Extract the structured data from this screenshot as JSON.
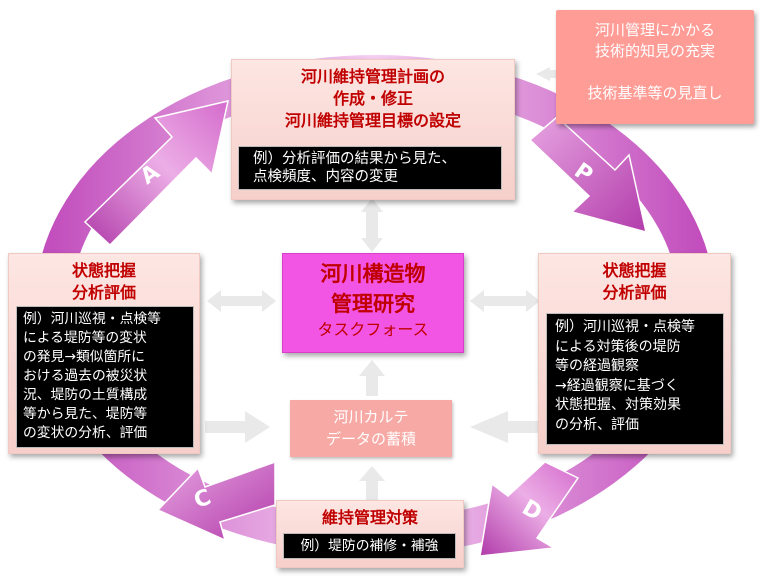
{
  "center": {
    "line1": "河川構造物",
    "line2": "管理研究",
    "line3": "タスクフォース"
  },
  "plan": {
    "title_lines": [
      "河川維持管理計画の",
      "作成・修正",
      "河川維持管理目標の設定"
    ],
    "example_lines": [
      "例）分析評価の結果から見た、",
      "点検頻度、内容の変更"
    ]
  },
  "knowledge": {
    "lines": [
      "河川管理にかかる",
      "技術的知見の充実",
      "",
      "技術基準等の見直し"
    ]
  },
  "left_analysis": {
    "title_lines": [
      "状態把握",
      "分析評価"
    ],
    "example_lines": [
      "例）河川巡視・点検等",
      "による堤防等の変状",
      "の発見→類似箇所に",
      "おける過去の被災状",
      "況、堤防の土質構成",
      "等から見た、堤防等",
      "の変状の分析、評価"
    ]
  },
  "right_analysis": {
    "title_lines": [
      "状態把握",
      "分析評価"
    ],
    "example_lines": [
      "例）河川巡視・点検等",
      "による対策後の堤防",
      "等の経過観察",
      "→経過観察に基づく",
      "状態把握、対策効果",
      "の分析、評価"
    ]
  },
  "karte": {
    "lines": [
      "河川カルテ",
      "データの蓄積"
    ]
  },
  "maintenance": {
    "title": "維持管理対策",
    "example": "例）堤防の補修・補強"
  },
  "cycle_labels": {
    "a": "A",
    "p": "P",
    "c": "C",
    "d": "D"
  },
  "colors": {
    "arc_light": "#f3c4ef",
    "arc_dark": "#c24fbd",
    "title_red": "#c00000",
    "center_fill": "#f254e3",
    "connector": "#e9e9e9"
  }
}
